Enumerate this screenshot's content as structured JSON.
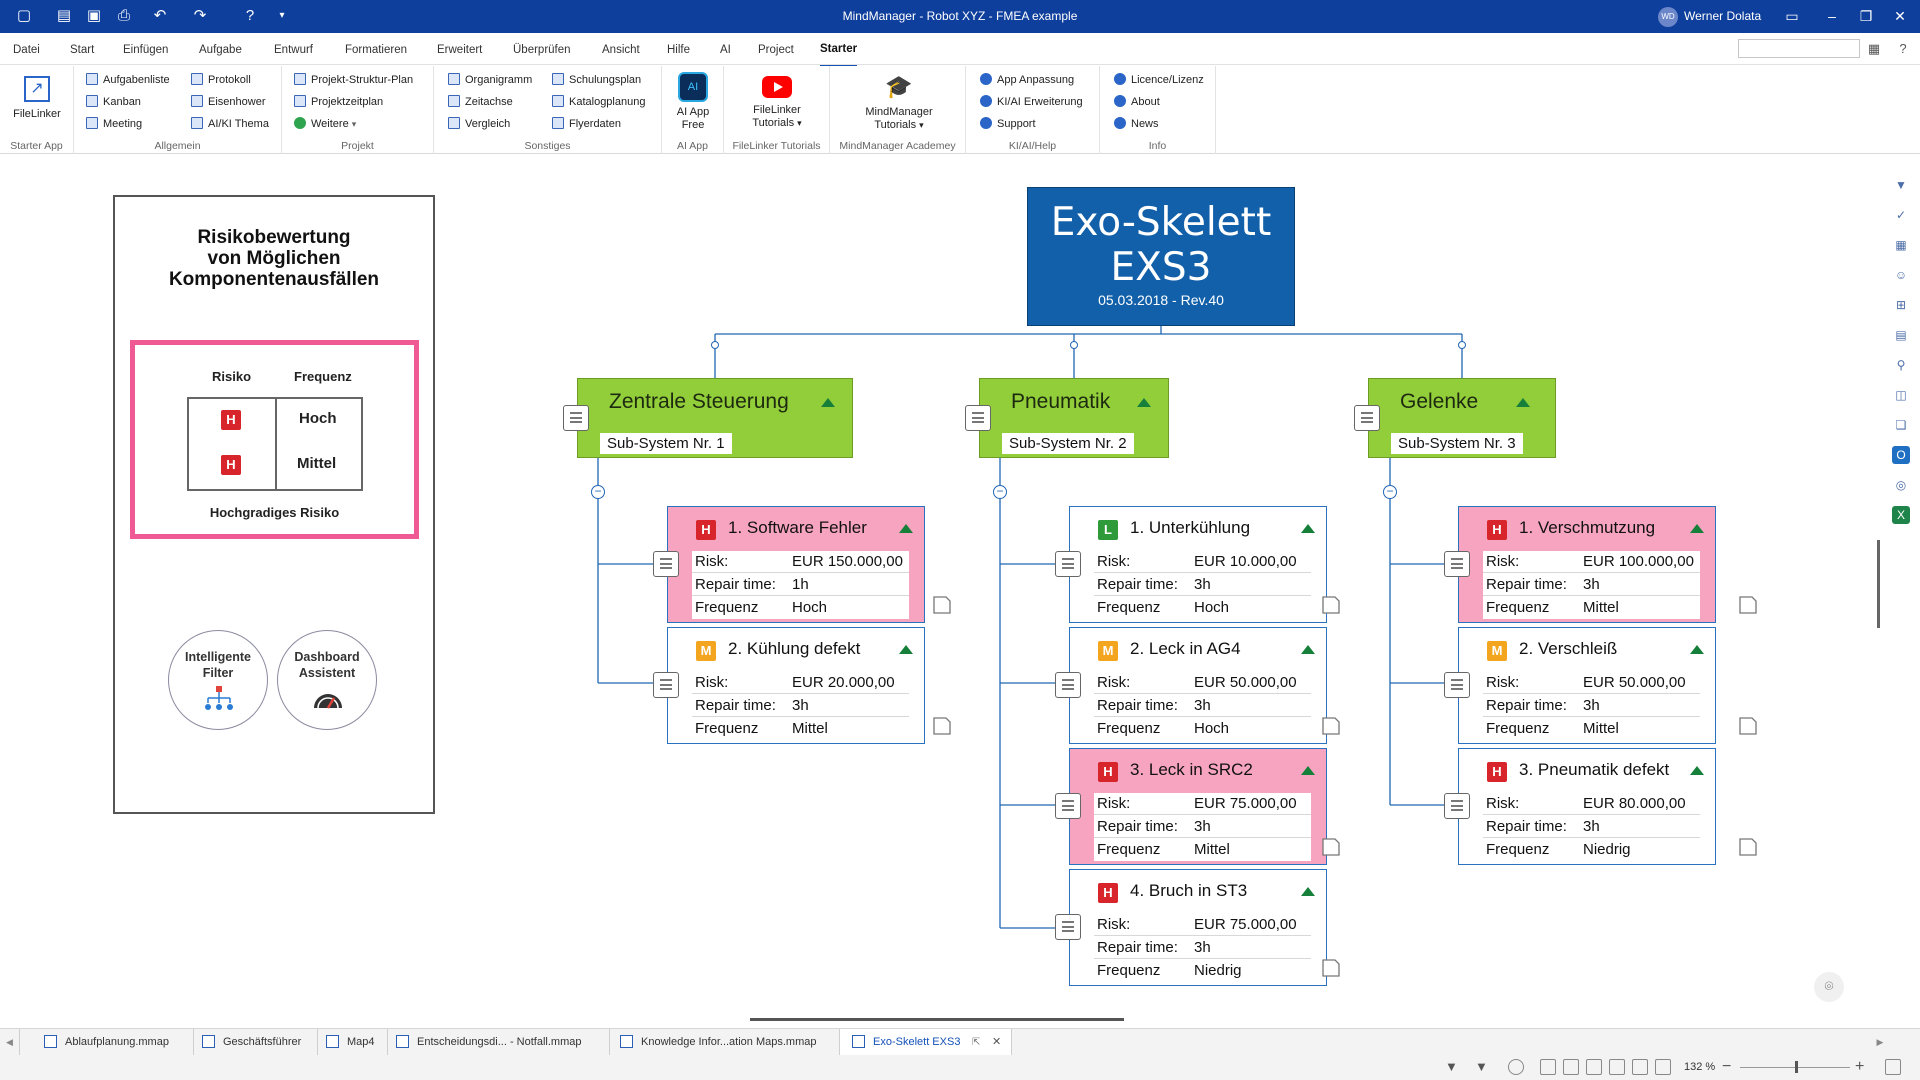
{
  "titlebar": {
    "title": "MindManager - Robot XYZ - FMEA example",
    "user_initials": "WD",
    "user_name": "Werner Dolata"
  },
  "menu": [
    "Datei",
    "Start",
    "Einfügen",
    "Aufgabe",
    "Entwurf",
    "Formatieren",
    "Erweitert",
    "Überprüfen",
    "Ansicht",
    "Hilfe",
    "AI",
    "Project",
    "Starter"
  ],
  "ribbon": {
    "starter_app": {
      "button": "FileLinker",
      "label": "Starter App"
    },
    "allgemein": {
      "items": [
        "Aufgabenliste",
        "Kanban",
        "Meeting",
        "Protokoll",
        "Eisenhower",
        "AI/KI Thema"
      ],
      "label": "Allgemein"
    },
    "projekt": {
      "items": [
        "Projekt-Struktur-Plan",
        "Projektzeitplan",
        "Weitere"
      ],
      "label": "Projekt"
    },
    "sonstiges": {
      "items": [
        "Organigramm",
        "Zeitachse",
        "Vergleich",
        "Schulungsplan",
        "Katalogplanung",
        "Flyerdaten"
      ],
      "label": "Sonstiges"
    },
    "ai_app": {
      "button_line1": "AI App",
      "button_line2": "Free",
      "label": "AI App"
    },
    "filelinker_tutorials": {
      "button_line1": "FileLinker",
      "button_line2": "Tutorials",
      "label": "FileLinker Tutorials"
    },
    "academy": {
      "button_line1": "MindManager",
      "button_line2": "Tutorials",
      "label": "MindManager Academey"
    },
    "kiai": {
      "items": [
        "App Anpassung",
        "KI/AI Erweiterung",
        "Support"
      ],
      "label": "KI/AI/Help"
    },
    "info": {
      "items": [
        "Licence/Lizenz",
        "About",
        "News"
      ],
      "label": "Info"
    }
  },
  "legend": {
    "title_line1": "Risikobewertung",
    "title_line2": "von Möglichen",
    "title_line3": "Komponentenausfällen",
    "col_risk": "Risiko",
    "col_freq": "Frequenz",
    "badge": "H",
    "row1_freq": "Hoch",
    "row2_freq": "Mittel",
    "footer": "Hochgradiges Risiko",
    "btn_filter_line1": "Intelligente",
    "btn_filter_line2": "Filter",
    "btn_dash_line1": "Dashboard",
    "btn_dash_line2": "Assistent"
  },
  "central": {
    "title_line1": "Exo-Skelett",
    "title_line2": "EXS3",
    "subtitle": "05.03.2018 - Rev.40"
  },
  "branches": [
    {
      "title": "Zentrale Steuerung",
      "sub": "Sub-System Nr.  1",
      "topics": [
        {
          "badge": "H",
          "title": "1. Software Fehler",
          "risk": "EUR 150.000,00",
          "repair": "1h",
          "freq": "Hoch"
        },
        {
          "badge": "M",
          "title": "2. Kühlung defekt",
          "risk": "EUR 20.000,00",
          "repair": "3h",
          "freq": "Mittel"
        }
      ]
    },
    {
      "title": "Pneumatik",
      "sub": "Sub-System Nr.  2",
      "topics": [
        {
          "badge": "L",
          "title": "1. Unterkühlung",
          "risk": "EUR 10.000,00",
          "repair": "3h",
          "freq": "Hoch"
        },
        {
          "badge": "M",
          "title": "2. Leck in AG4",
          "risk": "EUR 50.000,00",
          "repair": "3h",
          "freq": "Hoch"
        },
        {
          "badge": "H",
          "title": "3. Leck in SRC2",
          "risk": "EUR 75.000,00",
          "repair": "3h",
          "freq": "Mittel"
        },
        {
          "badge": "H",
          "title": "4. Bruch in ST3",
          "risk": "EUR 75.000,00",
          "repair": "3h",
          "freq": "Niedrig"
        }
      ]
    },
    {
      "title": "Gelenke",
      "sub": "Sub-System Nr.  3",
      "topics": [
        {
          "badge": "H",
          "title": "1. Verschmutzung",
          "risk": "EUR 100.000,00",
          "repair": "3h",
          "freq": "Mittel"
        },
        {
          "badge": "M",
          "title": "2. Verschleiß",
          "risk": "EUR 50.000,00",
          "repair": "3h",
          "freq": "Mittel"
        },
        {
          "badge": "H",
          "title": "3. Pneumatik defekt",
          "risk": "EUR 80.000,00",
          "repair": "3h",
          "freq": "Niedrig"
        }
      ]
    }
  ],
  "row_labels": {
    "risk": "Risk:",
    "repair": "Repair time:",
    "freq": "Frequenz"
  },
  "colors": {
    "high_topic_bg": "#f6a4c0",
    "main_topic_bg": "#92cd3a",
    "central_bg": "#1160a9",
    "legend_border": "#ef5a95"
  },
  "tabs": [
    "Ablaufplanung.mmap",
    "Geschäftsführer",
    "Map4",
    "Entscheidungsdi... - Notfall.mmap",
    "Knowledge Infor...ation Maps.mmap",
    "Exo-Skelett EXS3"
  ],
  "status": {
    "zoom": "132 %"
  }
}
